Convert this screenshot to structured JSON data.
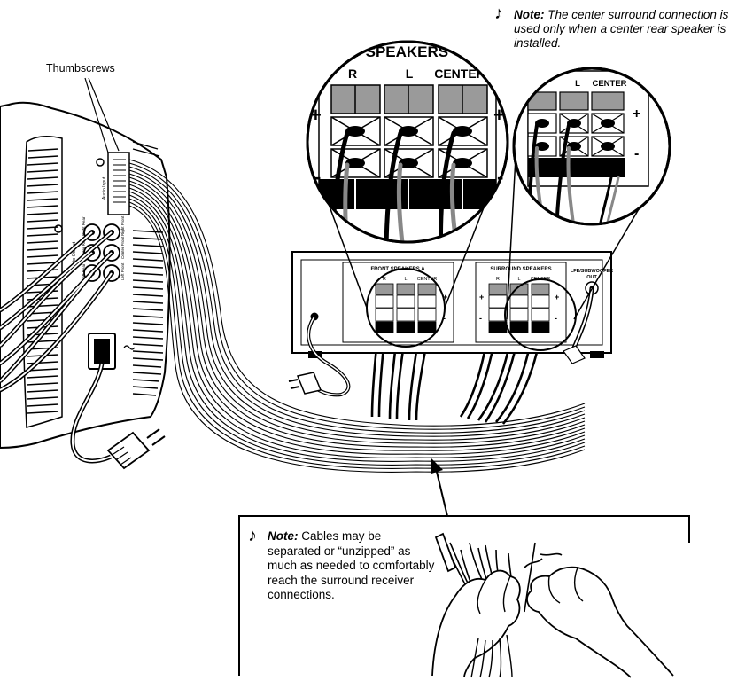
{
  "labels": {
    "thumbscrews": "Thumbscrews",
    "audio_input": "Audio Input",
    "audio_output": "Audio Output",
    "right_rear": "Right Rear",
    "center_rear": "Center Rear",
    "left_rear": "Left Rear",
    "right_front": "Right Front",
    "center_front": "Center Front",
    "left_front": "Left Front",
    "front_speakers_zoom": "ONT SPEAKERS",
    "r": "R",
    "l": "L",
    "center": "CENTER",
    "plus": "+",
    "minus": "-",
    "front_speakers_a": "FRONT SPEAKERS A",
    "surround_speakers": "SURROUND SPEAKERS",
    "lfe_subwoofer": "LFE/SUBWOOFER",
    "out": "OUT"
  },
  "notes": {
    "top": {
      "icon": "music-note-icon",
      "title": "Note:",
      "text": "The center surround connection is used only when a center rear speaker is installed."
    },
    "bottom": {
      "icon": "music-note-icon",
      "title": "Note:",
      "text": "Cables may be separated or “unzipped” as much as needed to comfortably reach the surround receiver connections."
    }
  },
  "icons": {
    "note": "♪"
  }
}
